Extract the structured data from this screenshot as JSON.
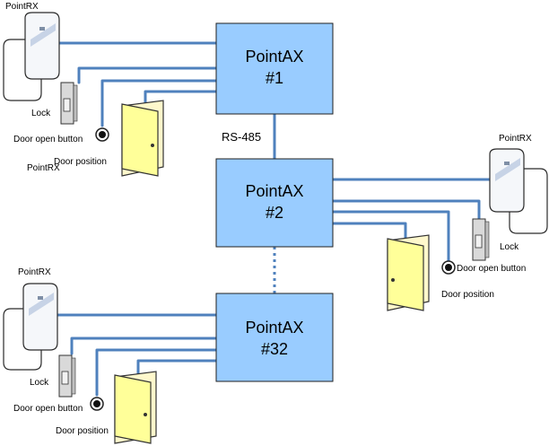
{
  "controllers": [
    {
      "name": "PointAX",
      "number": "#1"
    },
    {
      "name": "PointAX",
      "number": "#2"
    },
    {
      "name": "PointAX",
      "number": "#32"
    }
  ],
  "bus_label": "RS-485",
  "group1": {
    "reader_label": "PointRX",
    "lock_label": "Lock",
    "button_label": "Door open button",
    "door_label": "Door position",
    "extra_reader_label": "PointRX"
  },
  "group2": {
    "reader_label": "PointRX",
    "lock_label": "Lock",
    "button_label": "Door open button",
    "door_label": "Door position"
  },
  "group3": {
    "reader_label": "PointRX",
    "lock_label": "Lock",
    "button_label": "Door open button",
    "door_label": "Door position"
  },
  "colors": {
    "controller_fill": "#99ccff",
    "wire": "#4f81bd",
    "door": "#ffff99"
  }
}
